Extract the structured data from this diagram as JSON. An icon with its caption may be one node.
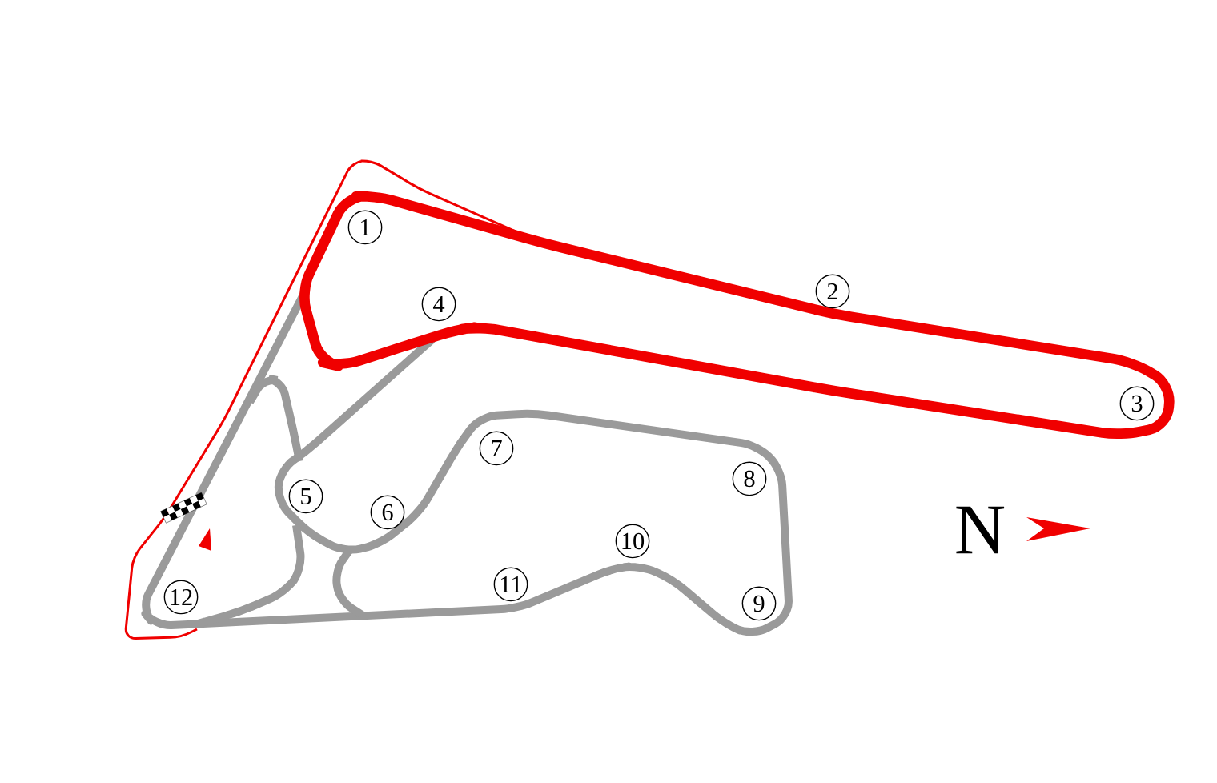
{
  "diagram": {
    "labels": [
      "1",
      "2",
      "3",
      "4",
      "5",
      "6",
      "7",
      "8",
      "9",
      "10",
      "11",
      "12",
      "N"
    ]
  }
}
